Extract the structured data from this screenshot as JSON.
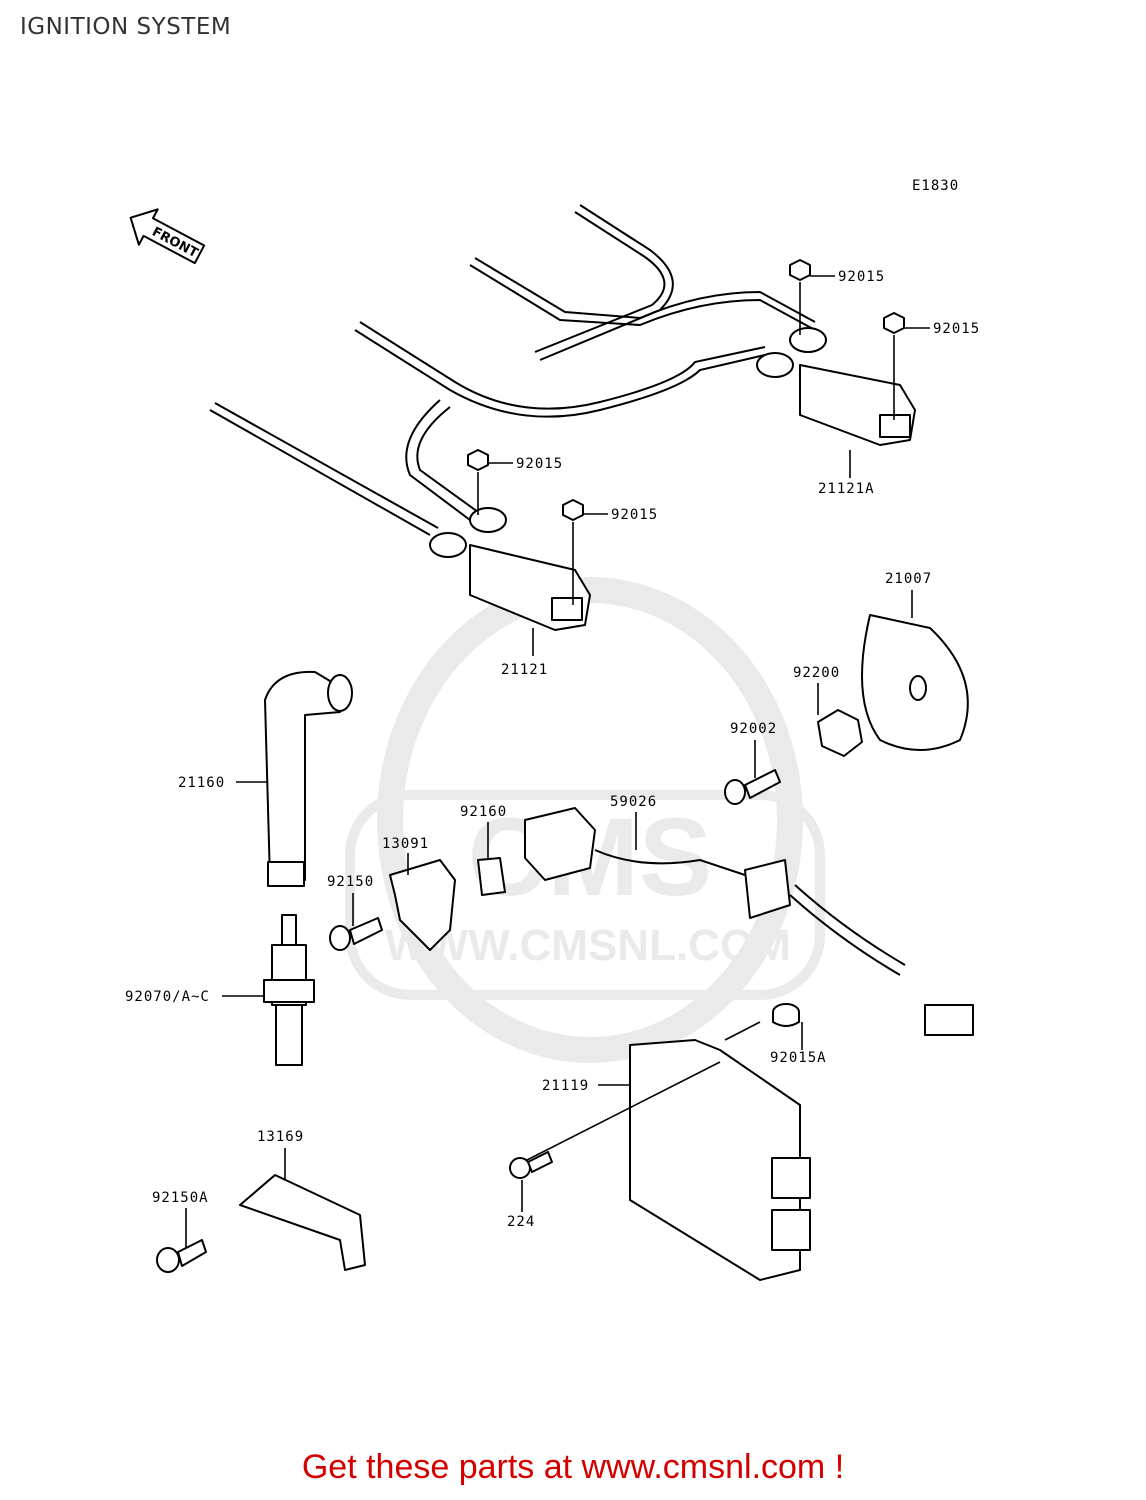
{
  "title": "IGNITION SYSTEM",
  "diagram_code": "E1830",
  "front_label": "FRONT",
  "watermark": {
    "brand": "CMS",
    "url": "WWW.CMSNL.COM",
    "color": "#d9d9d9"
  },
  "parts": [
    {
      "ref": "92015"
    },
    {
      "ref": "92015"
    },
    {
      "ref": "92015"
    },
    {
      "ref": "92015"
    },
    {
      "ref": "21121A"
    },
    {
      "ref": "21121"
    },
    {
      "ref": "21007"
    },
    {
      "ref": "92200"
    },
    {
      "ref": "92002"
    },
    {
      "ref": "59026"
    },
    {
      "ref": "21160"
    },
    {
      "ref": "92160"
    },
    {
      "ref": "13091"
    },
    {
      "ref": "92150"
    },
    {
      "ref": "92070/A~C"
    },
    {
      "ref": "92015A"
    },
    {
      "ref": "21119"
    },
    {
      "ref": "224"
    },
    {
      "ref": "13169"
    },
    {
      "ref": "92150A"
    }
  ],
  "promo": {
    "text": "Get these parts at www.cmsnl.com !",
    "color": "#d40000"
  }
}
